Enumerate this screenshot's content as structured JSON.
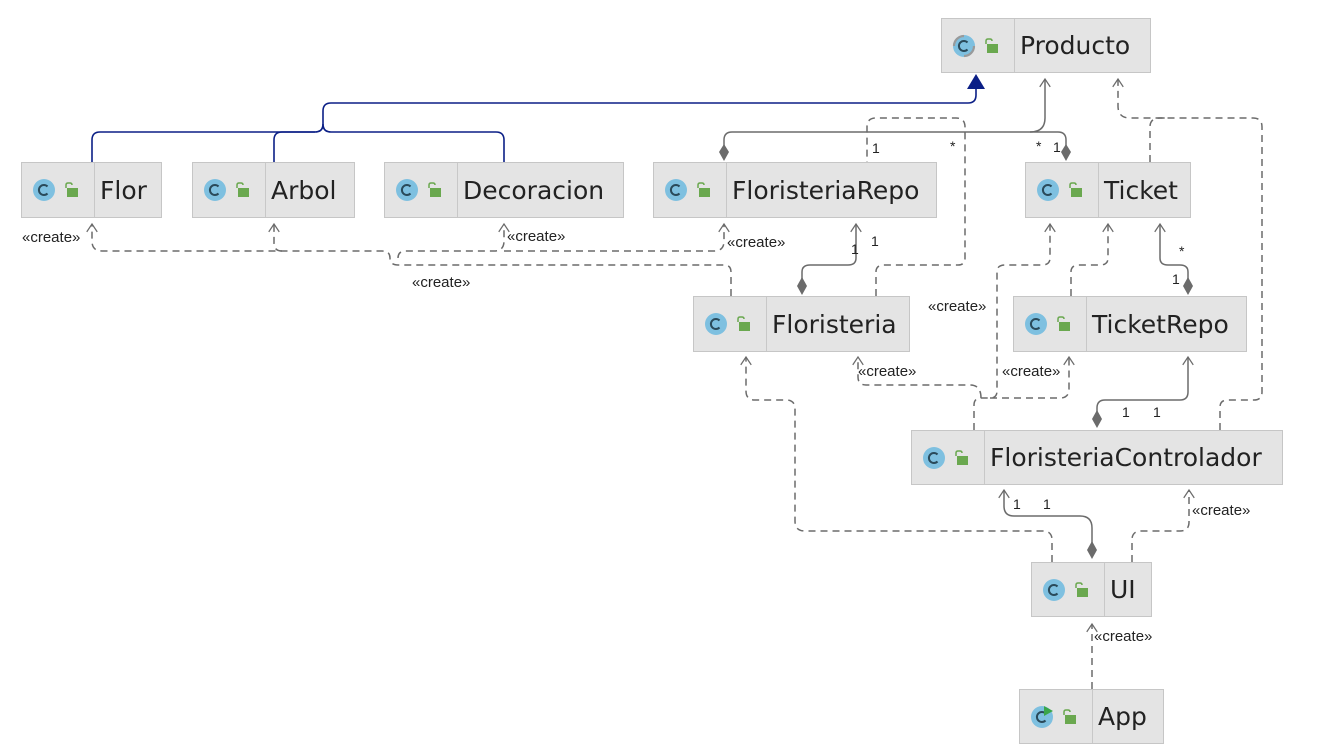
{
  "colors": {
    "node_fill": "#e4e4e4",
    "node_border": "#c6c6c6",
    "icon_blue": "#7ec0e0",
    "icon_green": "#6aa84f",
    "inheritance": "#0b1f86",
    "edge_gray": "#6b6b6b"
  },
  "nodes": {
    "producto": {
      "name": "Producto",
      "icon": "abstract-class-icon"
    },
    "flor": {
      "name": "Flor",
      "icon": "class-icon"
    },
    "arbol": {
      "name": "Arbol",
      "icon": "class-icon"
    },
    "decoracion": {
      "name": "Decoracion",
      "icon": "class-icon"
    },
    "floristeria_repo": {
      "name": "FloristeriaRepo",
      "icon": "class-icon"
    },
    "ticket": {
      "name": "Ticket",
      "icon": "class-icon"
    },
    "floristeria": {
      "name": "Floristeria",
      "icon": "class-icon"
    },
    "ticket_repo": {
      "name": "TicketRepo",
      "icon": "class-icon"
    },
    "controlador": {
      "name": "FloristeriaControlador",
      "icon": "class-icon"
    },
    "ui": {
      "name": "UI",
      "icon": "class-icon"
    },
    "app": {
      "name": "App",
      "icon": "runnable-class-icon"
    }
  },
  "labels": {
    "create": "«create»",
    "one": "1",
    "many": "*"
  },
  "edges": [
    {
      "from": "flor",
      "to": "producto",
      "kind": "inheritance"
    },
    {
      "from": "arbol",
      "to": "producto",
      "kind": "inheritance"
    },
    {
      "from": "decoracion",
      "to": "producto",
      "kind": "inheritance"
    },
    {
      "from": "floristeria_repo",
      "to": "producto",
      "kind": "composition",
      "mult": [
        "1",
        "*"
      ]
    },
    {
      "from": "ticket",
      "to": "producto",
      "kind": "composition",
      "mult": [
        "1",
        "*"
      ]
    },
    {
      "from": "floristeria",
      "to": "floristeria_repo",
      "kind": "composition",
      "mult": [
        "1",
        "1"
      ]
    },
    {
      "from": "floristeria",
      "to": "flor",
      "kind": "create"
    },
    {
      "from": "floristeria",
      "to": "arbol",
      "kind": "create"
    },
    {
      "from": "floristeria",
      "to": "decoracion",
      "kind": "create"
    },
    {
      "from": "floristeria",
      "to": "floristeria_repo",
      "kind": "create"
    },
    {
      "from": "floristeria",
      "to": "producto",
      "kind": "dependency"
    },
    {
      "from": "ticket_repo",
      "to": "ticket",
      "kind": "composition",
      "mult": [
        "*",
        "1"
      ]
    },
    {
      "from": "ticket_repo",
      "to": "ticket",
      "kind": "dependency"
    },
    {
      "from": "controlador",
      "to": "ticket_repo",
      "kind": "composition",
      "mult": [
        "1",
        "1"
      ]
    },
    {
      "from": "controlador",
      "to": "ticket_repo",
      "kind": "create"
    },
    {
      "from": "controlador",
      "to": "ticket",
      "kind": "create"
    },
    {
      "from": "controlador",
      "to": "floristeria",
      "kind": "create"
    },
    {
      "from": "controlador",
      "to": "producto",
      "kind": "dependency"
    },
    {
      "from": "ui",
      "to": "controlador",
      "kind": "composition",
      "mult": [
        "1",
        "1"
      ]
    },
    {
      "from": "ui",
      "to": "controlador",
      "kind": "create"
    },
    {
      "from": "ui",
      "to": "floristeria",
      "kind": "dependency"
    },
    {
      "from": "app",
      "to": "ui",
      "kind": "create"
    }
  ]
}
